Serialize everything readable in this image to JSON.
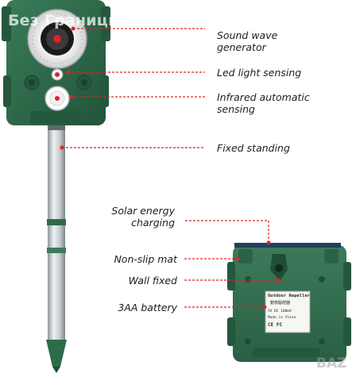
{
  "watermark": "Без Граници Базар",
  "logo_text": "BAZ VR",
  "labels": {
    "sound_wave": [
      "Sound wave",
      "generator"
    ],
    "led_light": "Led light sensing",
    "infrared": [
      "Infrared automatic",
      "sensing"
    ],
    "fixed_standing": "Fixed standing",
    "solar": [
      "Solar energy",
      "charging"
    ],
    "non_slip": "Non-slip mat",
    "wall_fixed": "Wall fixed",
    "battery": "3AA battery"
  },
  "back_label": {
    "title": "Outdoor Repeller",
    "subtitle": "動物驅趕器",
    "line1": "5V DC 100mA",
    "line2": "Made in China",
    "cert": "CE FC"
  },
  "colors": {
    "device_green": "#2e6b4a",
    "device_green_dark": "#1f4e35",
    "leader_red": "#d9242a",
    "stake_grey": "#c9cdd0"
  }
}
